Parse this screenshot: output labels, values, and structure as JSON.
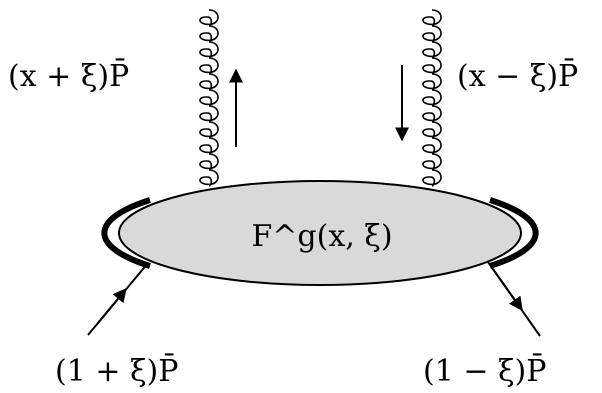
{
  "diagram": {
    "blob_label": "F^g(x, ξ)",
    "gluons": {
      "left": {
        "label": "(x + ξ)P̄",
        "arrow": "up"
      },
      "right": {
        "label": "(x − ξ)P̄",
        "arrow": "down"
      }
    },
    "hadrons": {
      "incoming": {
        "label": "(1 + ξ)P̄"
      },
      "outgoing": {
        "label": "(1 − ξ)P̄"
      }
    }
  },
  "colors": {
    "blob_fill": "#d9d9d9",
    "stroke": "#000000",
    "background": "#ffffff"
  }
}
